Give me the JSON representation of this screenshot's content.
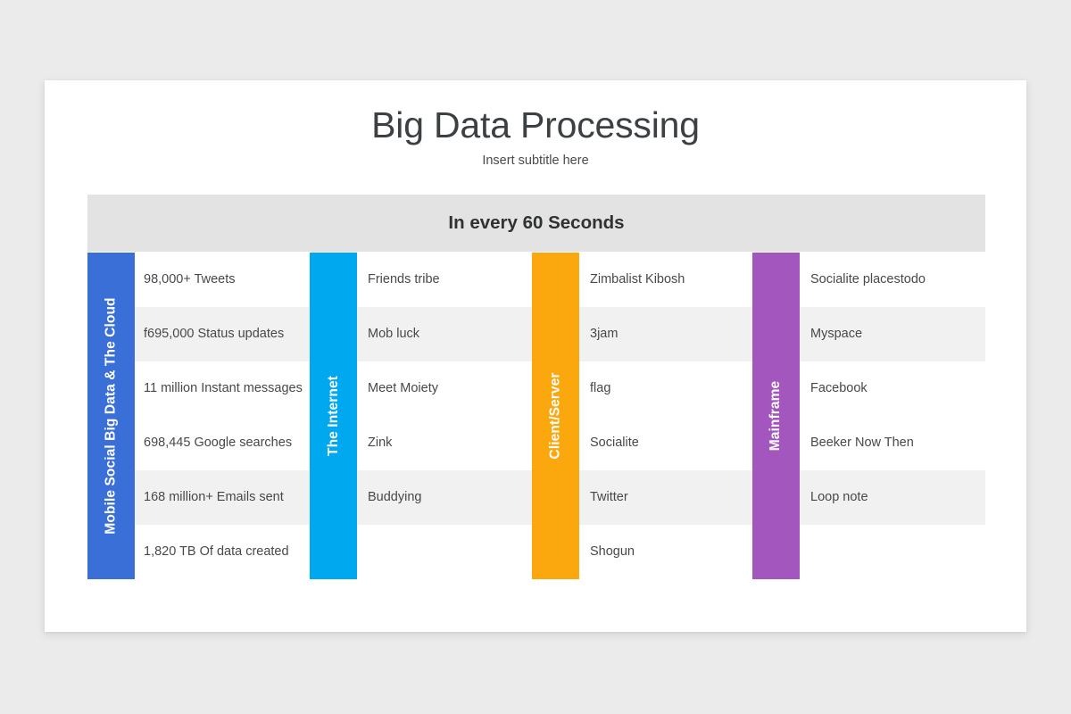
{
  "slide": {
    "title": "Big Data Processing",
    "subtitle": "Insert subtitle here",
    "section_header": "In every 60 Seconds"
  },
  "colors": {
    "page_background": "#EBEBEB",
    "card_background": "#FFFFFF",
    "header_band": "#E3E3E3",
    "row_stripe": "#F1F1F1",
    "column_1_bar": "#3B6FD8",
    "column_2_bar": "#00A8F0",
    "column_3_bar": "#FBA80E",
    "column_4_bar": "#A356BE",
    "title_text": "#3C4043",
    "body_text": "#484848"
  },
  "columns": [
    {
      "label": "Mobile Social Big Data & The Cloud",
      "bar_color": "#3B6FD8",
      "items": [
        "98,000+ Tweets",
        "f695,000 Status updates",
        "11 million Instant messages",
        "698,445 Google searches",
        "168 million+ Emails sent",
        "1,820 TB Of data created"
      ]
    },
    {
      "label": "The Internet",
      "bar_color": "#00A8F0",
      "items": [
        "Friends tribe",
        "Mob luck",
        "Meet Moiety",
        "Zink",
        "Buddying",
        ""
      ]
    },
    {
      "label": "Client/Server",
      "bar_color": "#FBA80E",
      "items": [
        "Zimbalist Kibosh",
        "3jam",
        "flag",
        "Socialite",
        "Twitter",
        "Shogun"
      ]
    },
    {
      "label": "Mainframe",
      "bar_color": "#A356BE",
      "items": [
        "Socialite placestodo",
        "Myspace",
        "Facebook",
        "Beeker Now Then",
        "Loop note",
        ""
      ]
    }
  ]
}
